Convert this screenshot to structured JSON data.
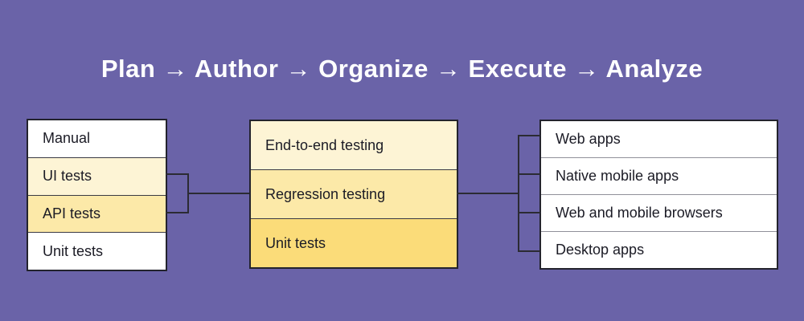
{
  "background_color": "#6a63a8",
  "title": {
    "text": "Plan → Author → Organize → Execute → Analyze",
    "steps": [
      "Plan",
      "Author",
      "Organize",
      "Execute",
      "Analyze"
    ],
    "separator": "→",
    "color": "#ffffff"
  },
  "diagram": {
    "left_box": {
      "rows": [
        {
          "label": "Manual",
          "highlight": "none"
        },
        {
          "label": "UI tests",
          "highlight": "light"
        },
        {
          "label": "API tests",
          "highlight": "medium"
        },
        {
          "label": "Unit tests",
          "highlight": "none"
        }
      ]
    },
    "middle_box": {
      "rows": [
        {
          "label": "End-to-end testing",
          "highlight": "light"
        },
        {
          "label": "Regression testing",
          "highlight": "medium"
        },
        {
          "label": "Unit tests",
          "highlight": "strong"
        }
      ]
    },
    "right_box": {
      "rows": [
        {
          "label": "Web apps"
        },
        {
          "label": "Native mobile apps"
        },
        {
          "label": "Web and mobile browsers"
        },
        {
          "label": "Desktop apps"
        }
      ]
    },
    "colors": {
      "row_default": "#ffffff",
      "highlight_light": "#fdf4d5",
      "highlight_medium": "#fce9a8",
      "highlight_strong": "#fbdc79",
      "box_border": "#23232d",
      "row_separator_dark": "#3a3a44",
      "row_separator_gray": "#90909a",
      "connector": "#2b2b33",
      "text": "#1b1b25"
    }
  }
}
